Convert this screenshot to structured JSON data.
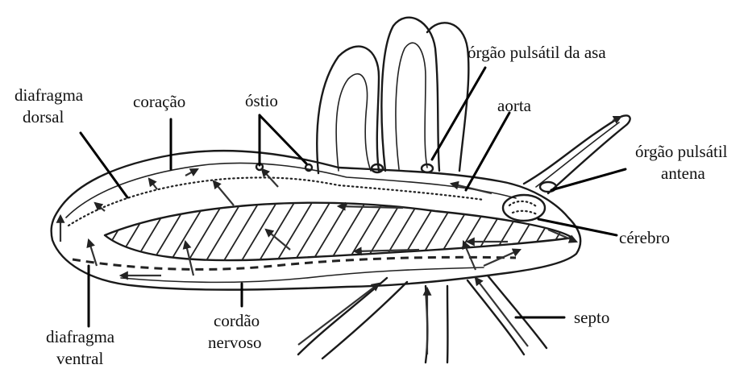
{
  "labels": {
    "diafragma_dorsal_1": "diafragma",
    "diafragma_dorsal_2": "dorsal",
    "coracao": "coração",
    "ostio": "óstio",
    "orgao_pulsatil_asa": "órgão pulsátil da asa",
    "aorta": "aorta",
    "orgao_pulsatil_antena_1": "órgão pulsátil",
    "orgao_pulsatil_antena_2": "antena",
    "cerebro": "cérebro",
    "septo": "septo",
    "cordao_nervoso_1": "cordão",
    "cordao_nervoso_2": "nervoso",
    "diafragma_ventral_1": "diafragma",
    "diafragma_ventral_2": "ventral"
  },
  "colors": {
    "ink": "#1a1a1a",
    "background": "#ffffff"
  }
}
